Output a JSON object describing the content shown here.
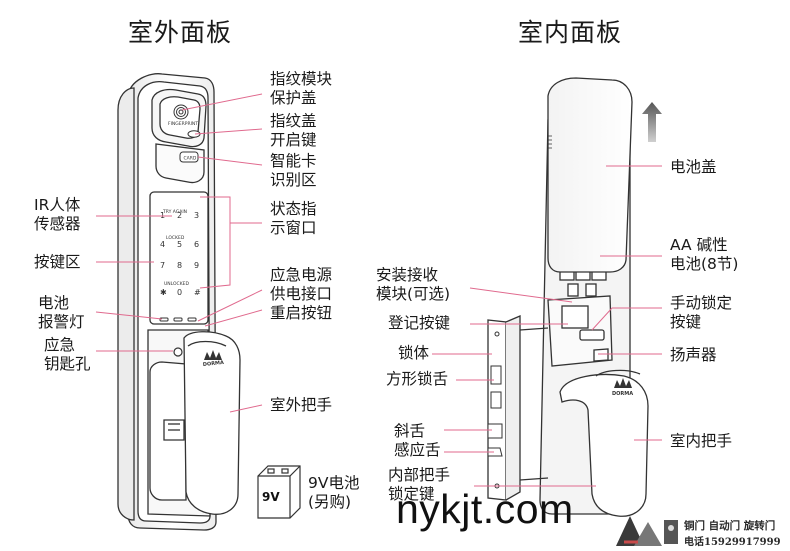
{
  "titles": {
    "outer": "室外面板",
    "inner": "室内面板"
  },
  "outer_labels": {
    "fingerprint_cover": [
      "指纹模块",
      "保护盖"
    ],
    "cover_button": [
      "指纹盖",
      "开启键"
    ],
    "card_area": [
      "智能卡",
      "识别区"
    ],
    "status_window": [
      "状态指",
      "示窗口"
    ],
    "ir_sensor": [
      "IR人体",
      "传感器"
    ],
    "keypad": "按键区",
    "battery_alarm": [
      "电池",
      "报警灯"
    ],
    "key_hole": [
      "应急",
      "钥匙孔"
    ],
    "emergency_power": [
      "应急电源",
      "供电接口"
    ],
    "reset_button": "重启按钮",
    "outer_handle": "室外把手",
    "battery_9v": [
      "9V电池",
      "(另购)"
    ]
  },
  "inner_labels": {
    "battery_cover": "电池盖",
    "aa_battery": [
      "AA 碱性",
      "电池(8节)"
    ],
    "receiver_module": [
      "安装接收",
      "模块(可选)"
    ],
    "manual_lock": [
      "手动锁定",
      "按键"
    ],
    "register_button": "登记按键",
    "speaker": "扬声器",
    "lock_body": "锁体",
    "square_bolt": "方形锁舌",
    "latch": [
      "斜舌",
      "感应舌"
    ],
    "inner_handle": "室内把手",
    "inner_handle_lock": [
      "内部把手",
      "锁定键"
    ]
  },
  "device_text": {
    "fingerprint": "FINGERPRINT",
    "card": "CARD",
    "try_again": "TRY AGAIN",
    "locked": "LOCKED",
    "unlocked": "UNLOCKED",
    "keys": [
      "1",
      "2",
      "3",
      "4",
      "5",
      "6",
      "7",
      "8",
      "9",
      "✱",
      "0",
      "#"
    ],
    "brand": "DORMA",
    "battery_face": "9V"
  },
  "watermark": "nykjt.com",
  "logo": {
    "line1": "铜门 自动门 旋转门",
    "line2": "电话15929917999"
  },
  "colors": {
    "leader": "#e06a8e",
    "outline": "#333333",
    "arrow": "#7d7d7d"
  }
}
